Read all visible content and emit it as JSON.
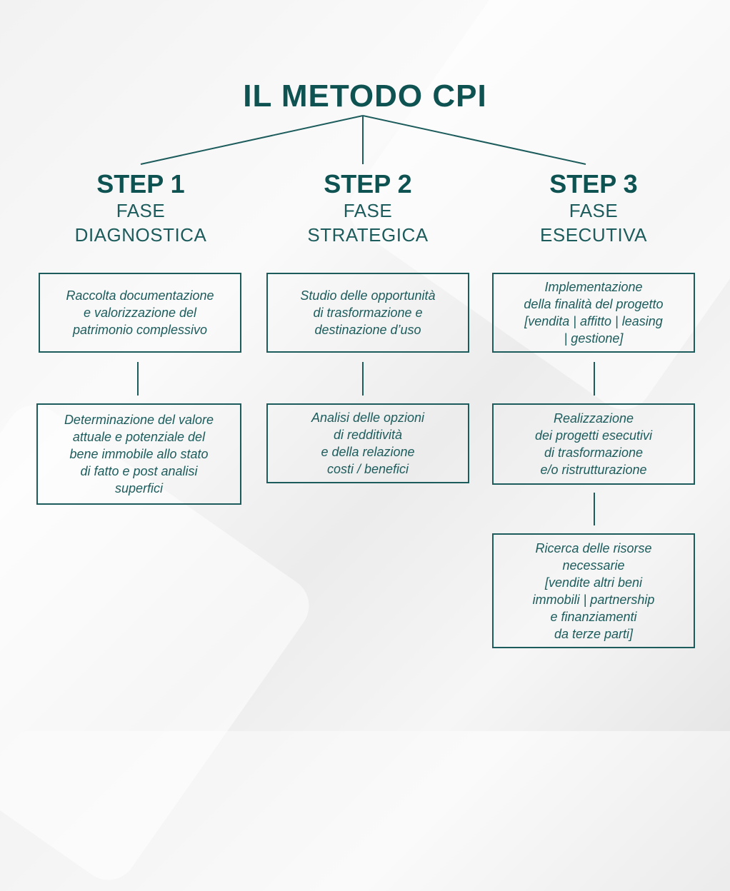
{
  "title": "IL METODO CPI",
  "steps": [
    {
      "step": "STEP 1",
      "phase": "FASE",
      "name": "DIAGNOSTICA",
      "boxes": [
        [
          "Raccolta documentazione",
          "e valorizzazione del",
          "patrimonio complessivo"
        ],
        [
          "Determinazione del valore",
          "attuale e potenziale del",
          "bene immobile allo stato",
          "di fatto e post analisi",
          "superfici"
        ]
      ]
    },
    {
      "step": "STEP 2",
      "phase": "FASE",
      "name": "STRATEGICA",
      "boxes": [
        [
          "Studio delle opportunità",
          "di trasformazione e",
          "destinazione d’uso"
        ],
        [
          "Analisi delle opzioni",
          "di redditività",
          "e della relazione",
          "costi / benefici"
        ]
      ]
    },
    {
      "step": "STEP 3",
      "phase": "FASE",
      "name": "ESECUTIVA",
      "boxes": [
        [
          "Implementazione",
          "della finalità del progetto",
          "[vendita | affitto | leasing",
          "| gestione]"
        ],
        [
          "Realizzazione",
          "dei progetti esecutivi",
          "di trasformazione",
          "e/o ristrutturazione"
        ],
        [
          "Ricerca delle risorse",
          "necessarie",
          "[vendite altri beni",
          "immobili | partnership",
          "e finanziamenti",
          "da terze parti]"
        ]
      ]
    }
  ]
}
